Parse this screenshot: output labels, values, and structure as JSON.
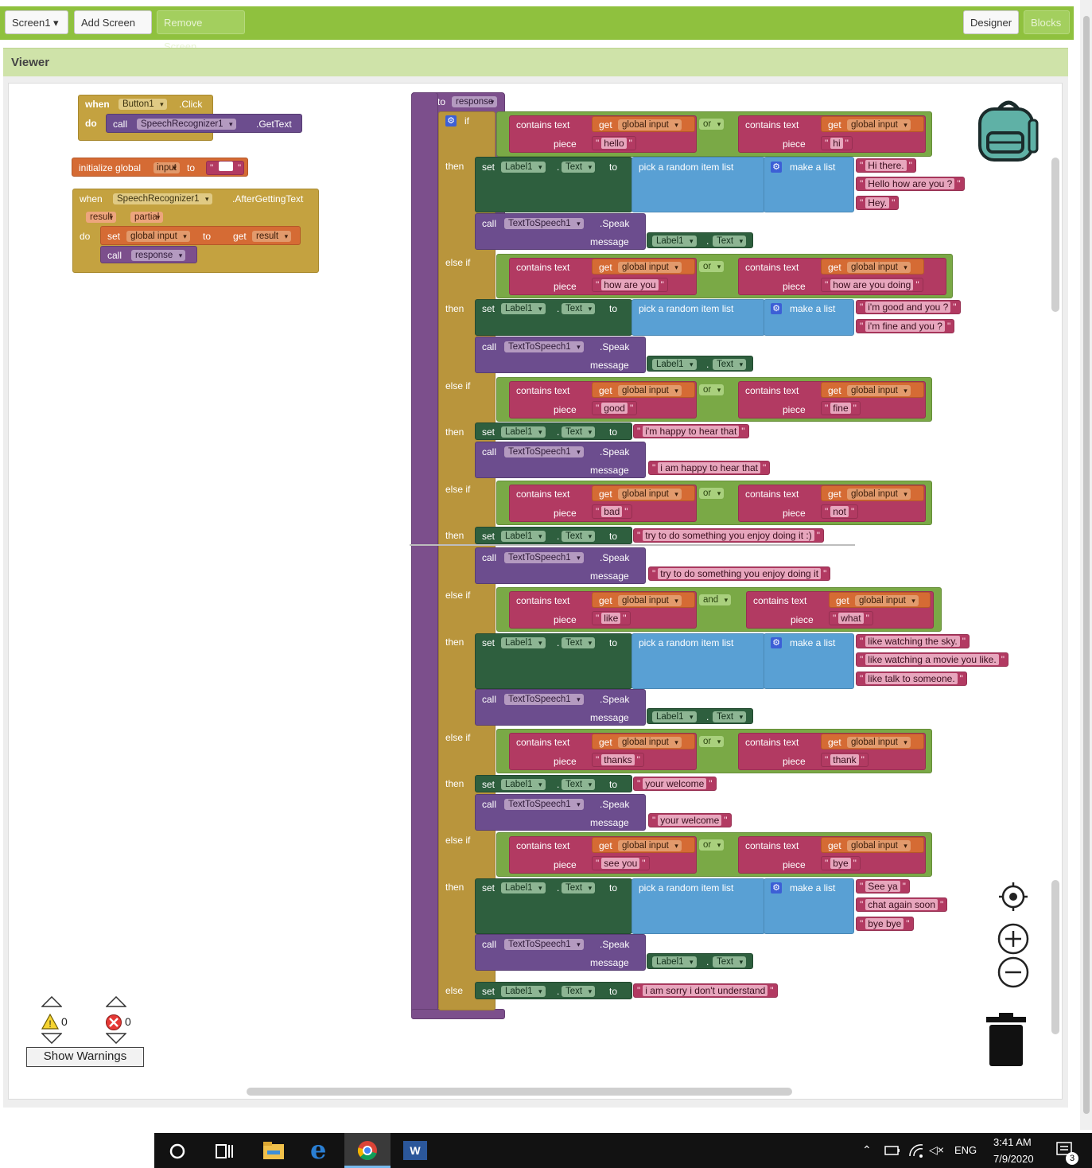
{
  "toolbar": {
    "screen_select": "Screen1",
    "add_screen": "Add Screen ...",
    "remove_screen": "Remove Screen",
    "designer": "Designer",
    "blocks": "Blocks"
  },
  "viewer": {
    "title": "Viewer"
  },
  "blocks": {
    "kw_when": "when",
    "kw_do": "do",
    "kw_call": "call",
    "kw_set": "set",
    "kw_to": "to",
    "kw_get": "get",
    "kw_if": "if",
    "kw_then": "then",
    "kw_elseif": "else if",
    "kw_else": "else",
    "kw_contains": "contains text",
    "kw_piece": "piece",
    "kw_or": "or",
    "kw_and": "and",
    "kw_pick": "pick a random item  list",
    "kw_makelist": "make a list",
    "kw_speak": ".Speak",
    "kw_message": "message",
    "kw_dot": ".",
    "button1": "Button1",
    "click": ".Click",
    "speechrec": "SpeechRecognizer1",
    "gettext": ".GetText",
    "init_global": "initialize global",
    "input_name": "input",
    "after_getting": ".AfterGettingText",
    "param_result": "result",
    "param_partial": "partial",
    "global_input": "global input",
    "result": "result",
    "response": "response",
    "to_response": "to",
    "label1": "Label1",
    "text_prop": "Text",
    "tts": "TextToSpeech1",
    "str_hello": "hello",
    "str_hi": "hi",
    "r1_a": "Hi there.",
    "r1_b": "Hello how are you ?",
    "r1_c": "Hey.",
    "str_howareyou": "how are you",
    "str_howareyoudoing": "how are you doing",
    "r2_a": "i'm good and you ?",
    "r2_b": "i'm fine and you ?",
    "str_good": "good",
    "str_fine": "fine",
    "r3": "i'm happy to hear that",
    "r3_msg": "i am happy to hear that",
    "str_bad": "bad",
    "str_not": "not",
    "r4": "try to do something you enjoy doing it :)",
    "r4_msg": "try to do something you enjoy doing it",
    "str_like": "like",
    "str_what": "what",
    "r5_a": "like watching the sky.",
    "r5_b": "like watching a movie you like.",
    "r5_c": "like talk to someone.",
    "str_thanks": "thanks",
    "str_thank": "thank",
    "r6": "your welcome",
    "r6_msg": "your welcome",
    "str_seeyou": "see you",
    "str_bye": "bye",
    "r7_a": "See ya",
    "r7_b": "chat again soon",
    "r7_c": "bye bye",
    "r8": "i am sorry i don't understand"
  },
  "warnings": {
    "warn_count": "0",
    "error_count": "0",
    "show_warnings": "Show Warnings"
  },
  "taskbar": {
    "lang": "ENG",
    "time": "3:41 AM",
    "date": "7/9/2020",
    "notif": "3"
  }
}
